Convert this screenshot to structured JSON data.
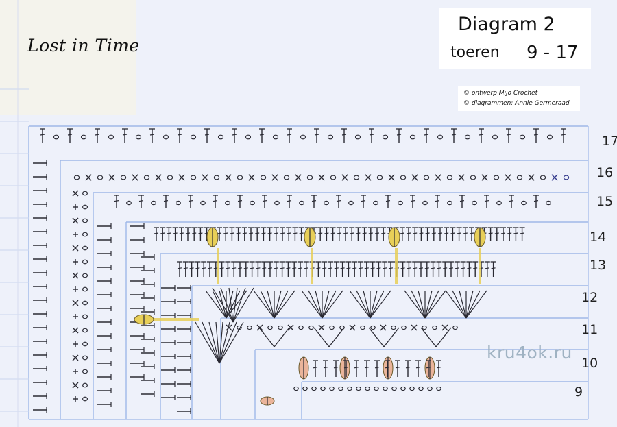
{
  "title": "Lost in Time",
  "diagram": {
    "label": "Diagram 2",
    "rounds_word": "toeren",
    "rounds_range": "9 - 17"
  },
  "credits": {
    "line1": "© ontwerp  Mijo Crochet",
    "line2": "© diagrammen: Annie Germeraad"
  },
  "watermark": "kru4ok.ru",
  "row_numbers": [
    {
      "label": "17",
      "round": 17
    },
    {
      "label": "16",
      "round": 16
    },
    {
      "label": "15",
      "round": 15
    },
    {
      "label": "14",
      "round": 14
    },
    {
      "label": "13",
      "round": 13
    },
    {
      "label": "12",
      "round": 12
    },
    {
      "label": "11",
      "round": 11
    },
    {
      "label": "10",
      "round": 10
    },
    {
      "label": "9",
      "round": 9
    }
  ],
  "colors": {
    "grid": "#9fb8e8",
    "ink": "#2a2a33",
    "blue_ink": "#343a8c",
    "yellow_marker": "#e8cf58",
    "peach_marker": "#eab49a"
  }
}
